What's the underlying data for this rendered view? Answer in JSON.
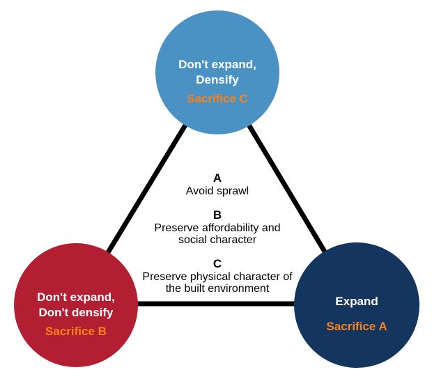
{
  "nodes": {
    "top": {
      "title": "Don't expand,\nDensify",
      "sacrifice": "Sacrifice C",
      "color": "#4a91c4"
    },
    "left": {
      "title": "Don't expand,\nDon't densify",
      "sacrifice": "Sacrifice B",
      "color": "#b21e32"
    },
    "right": {
      "title": "Expand",
      "sacrifice": "Sacrifice A",
      "color": "#14355e"
    }
  },
  "legend": {
    "items": [
      {
        "key": "A",
        "text": "Avoid sprawl"
      },
      {
        "key": "B",
        "text": "Preserve affordability and\nsocial character"
      },
      {
        "key": "C",
        "text": "Preserve physical character of\nthe built environment"
      }
    ]
  },
  "colors": {
    "sacrifice_text": "#f5831f",
    "node_text": "#ffffff",
    "line": "#000000",
    "background": "#ffffff"
  }
}
